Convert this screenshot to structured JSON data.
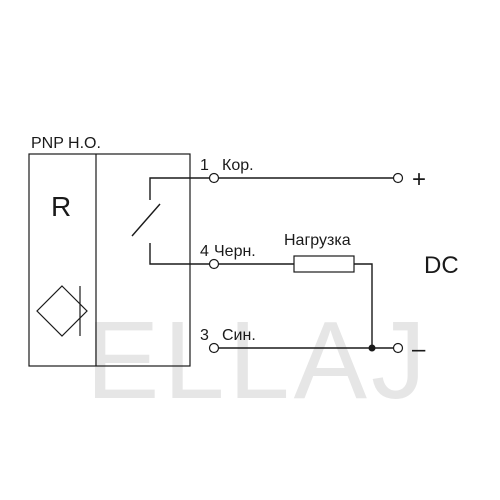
{
  "sensor": {
    "type_label": "PNP Н.О.",
    "letter": "R"
  },
  "wires": {
    "w1": {
      "number": "1",
      "label": "Кор."
    },
    "w4": {
      "number": "4",
      "label": "Черн."
    },
    "w3": {
      "number": "3",
      "label": "Син."
    }
  },
  "load_label": "Нагрузка",
  "supply": {
    "label": "DC",
    "plus": "+",
    "minus": "–"
  },
  "watermark": "ELLAJ"
}
